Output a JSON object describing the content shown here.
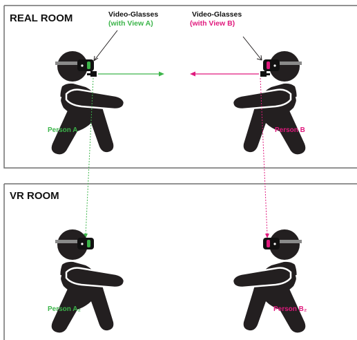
{
  "rooms": {
    "real": {
      "title": "REAL ROOM"
    },
    "vr": {
      "title": "VR ROOM"
    }
  },
  "callouts": {
    "a": {
      "title": "Video-Glasses",
      "subtitle": "(with View A)"
    },
    "b": {
      "title": "Video-Glasses",
      "subtitle": "(with View B)"
    }
  },
  "persons": {
    "a": {
      "label": "Person A"
    },
    "b": {
      "label": "Person B"
    },
    "a2": {
      "label": "Person A₂"
    },
    "b2": {
      "label": "Person B₂"
    }
  },
  "colors": {
    "view_a": "#3cb54a",
    "view_b": "#e0197d",
    "figure": "#231f20",
    "headset_strap": "#8a8a8a",
    "frame": "#6f6f6f"
  }
}
